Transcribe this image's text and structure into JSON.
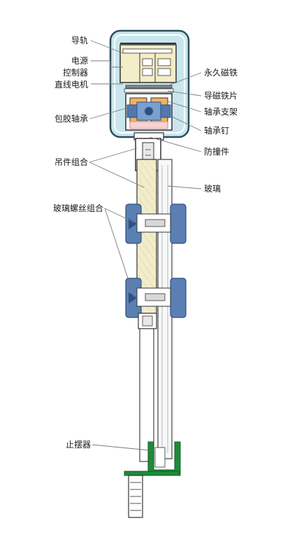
{
  "labels": {
    "guide_rail": "导轨",
    "power": "电源",
    "controller": "控制器",
    "linear_motor": "直线电机",
    "rubber_bearing": "包胶轴承",
    "hanger_assembly": "吊件组合",
    "glass_screw_assembly": "玻璃螺丝组合",
    "stopper": "止摆器",
    "permanent_magnet": "永久磁铁",
    "magnetic_sheet": "导磁铁片",
    "bearing_bracket": "轴承支架",
    "bearing_pin": "轴承钉",
    "anti_collision": "防撞件",
    "glass": "玻璃"
  },
  "colors": {
    "rail_fill": "#c9e6ee",
    "rail_stroke": "#2b4d5c",
    "motor_fill": "#f3edc8",
    "blue_part": "#4f79b0",
    "dark_blue": "#2f4f86",
    "bearing_orange": "#f0b260",
    "rubber_pink": "#f6d2d0",
    "hanger_fill": "#f2eccb",
    "glass_fill": "#f6f8f9",
    "clamp_blue": "#5a7fb3",
    "stopper_green": "#1f8a3a",
    "label_text": "#1a1a1a"
  }
}
